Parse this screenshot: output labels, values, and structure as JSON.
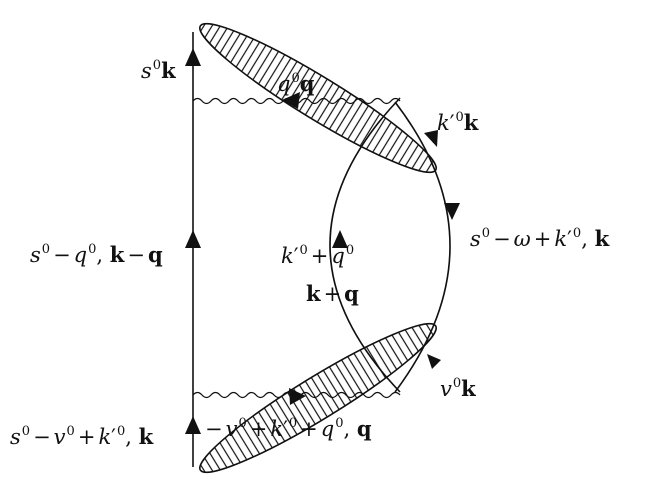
{
  "labels": {
    "left_top": "s^0 k",
    "inner_top": "q^0 q",
    "right_top": "k'^0 k",
    "left_middle": "s^0 − q^0, k − q",
    "right_middle": "s^0 − ω + k'^0, k",
    "center_line1": "k'^0 + q^0",
    "center_line2": "k + q",
    "right_bottom": "v^0 k",
    "left_bottom": "s^0 − v^0 + k'^0, k",
    "inner_bottom": "−v^0 + k'^0 + q^0, q"
  },
  "colors": {
    "line": "#111111",
    "hatch": "#111111",
    "background": "#ffffff"
  }
}
